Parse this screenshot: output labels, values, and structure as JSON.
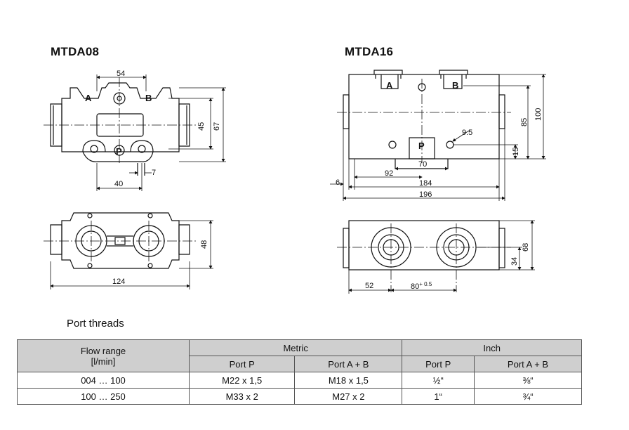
{
  "titles": {
    "left": "MTDA08",
    "right": "MTDA16"
  },
  "mtda08": {
    "dims": {
      "top_width": "54",
      "h45": "45",
      "h67": "67",
      "w40": "40",
      "w7": "7",
      "h48": "48",
      "w124": "124"
    },
    "ports": {
      "a": "A",
      "b": "B",
      "p": "P"
    }
  },
  "mtda16": {
    "dims": {
      "h100": "100",
      "h85": "85",
      "h15": "15",
      "d95": "9.5",
      "w70": "70",
      "w92": "92",
      "w6": "6",
      "w184": "184",
      "w196": "196",
      "h68": "68",
      "h34": "34",
      "w52": "52",
      "w80": "80",
      "tol": "+ 0.5"
    },
    "ports": {
      "a": "A",
      "b": "B",
      "p": "P"
    }
  },
  "table": {
    "title": "Port threads",
    "headers": {
      "flow": "Flow range",
      "flow_unit": "[l/min]",
      "metric": "Metric",
      "inch": "Inch",
      "port_p": "Port P",
      "port_ab": "Port A + B"
    },
    "rows": [
      {
        "flow": "004 … 100",
        "metric_p": "M22 x 1,5",
        "metric_ab": "M18 x 1,5",
        "inch_p": "½“",
        "inch_ab": "⅜“"
      },
      {
        "flow": "100 … 250",
        "metric_p": "M33 x 2",
        "metric_ab": "M27 x 2",
        "inch_p": "1“",
        "inch_ab": "¾“"
      }
    ]
  }
}
